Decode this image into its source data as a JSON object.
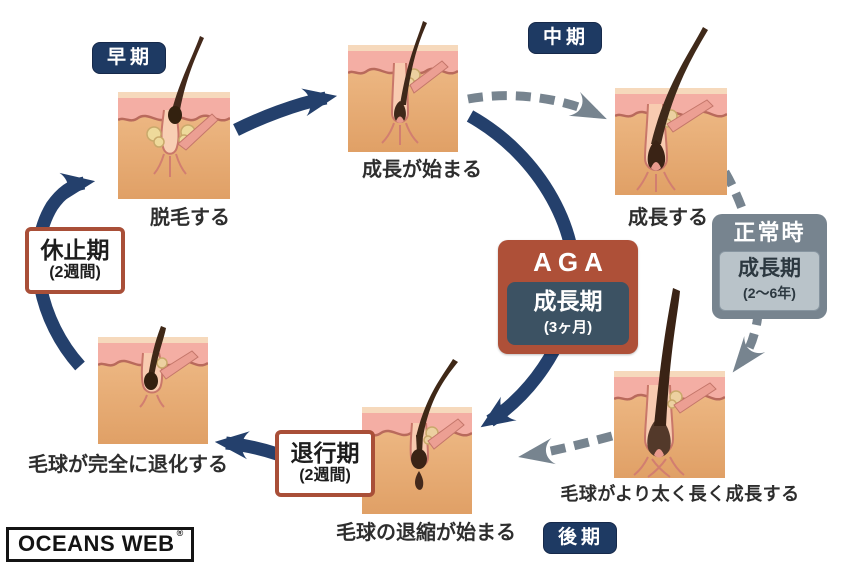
{
  "stages": {
    "early": "早期",
    "middle": "中期",
    "late": "後期"
  },
  "captions": {
    "shed": "脱毛する",
    "growth_starts": "成長が始まる",
    "growing": "成長する",
    "bulb_grows": "毛球がより太く長く成長する",
    "bulb_shrinks": "毛球の退縮が始まる",
    "bulb_degenerates": "毛球が完全に退化する"
  },
  "phase_boxes": {
    "telogen": {
      "title": "休止期",
      "duration": "(2週間)"
    },
    "catagen": {
      "title": "退行期",
      "duration": "(2週間)"
    },
    "aga": {
      "label": "AGA",
      "phase": "成長期",
      "duration": "(3ヶ月)"
    },
    "normal": {
      "label": "正常時",
      "phase": "成長期",
      "duration": "(2〜6年)"
    }
  },
  "logo": {
    "text": "OCEANS WEB",
    "mark": "®"
  },
  "colors": {
    "navy": "#1e3a63",
    "rust": "#ae5038",
    "slate_gray": "#77848f",
    "aga_inner_bg": "#3c5263",
    "normal_inner_bg": "#b9c3c9",
    "skin": "#ecb377",
    "epidermis": "#f4aea4"
  }
}
